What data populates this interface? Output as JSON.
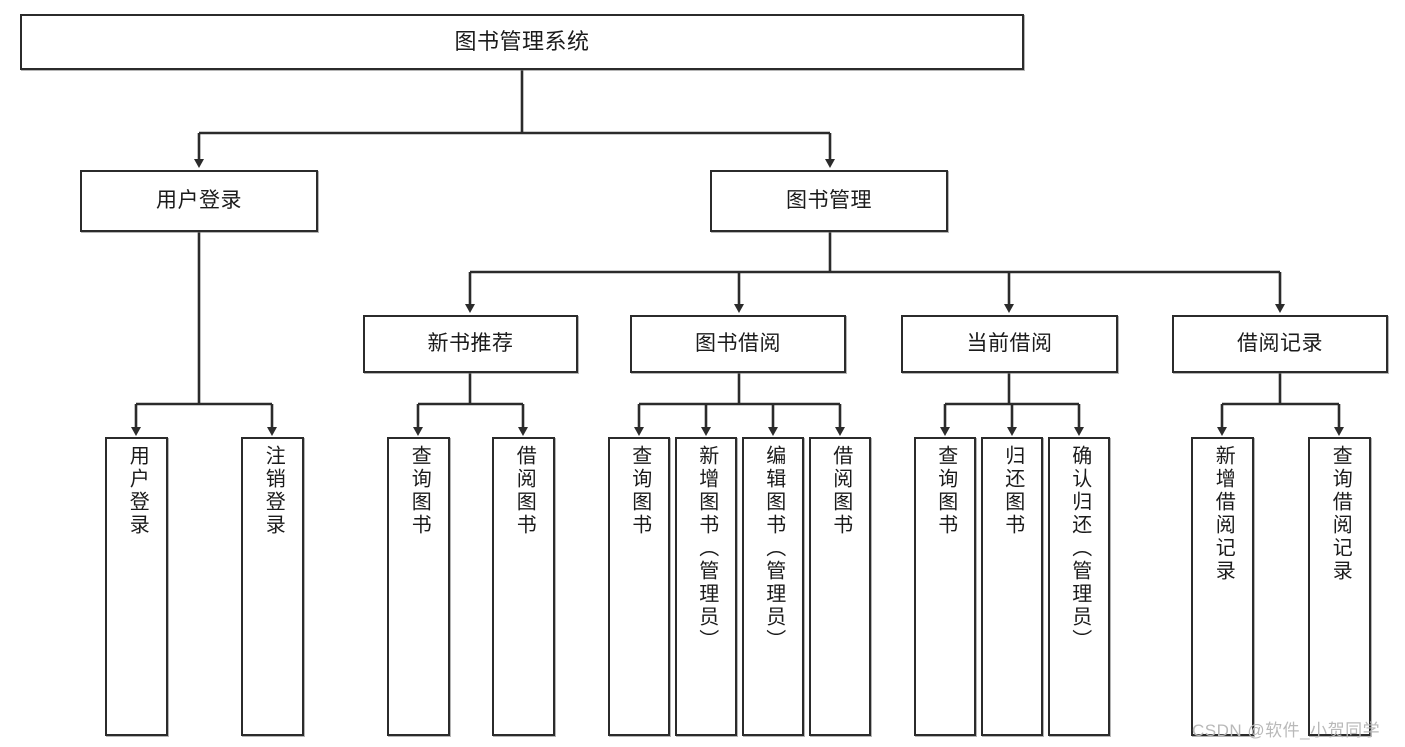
{
  "diagram": {
    "type": "tree-hierarchy",
    "title": "图书管理系统",
    "watermark": "CSDN @软件_小贺同学",
    "colors": {
      "box_border": "#2b2b2b",
      "box_fill": "#ffffff",
      "edge": "#2b2b2b",
      "text": "#1b1b1b",
      "watermark": "#b9b9b9"
    },
    "root": {
      "label": "图书管理系统"
    },
    "level2": [
      {
        "label": "用户登录"
      },
      {
        "label": "图书管理"
      }
    ],
    "level3": [
      {
        "label": "新书推荐"
      },
      {
        "label": "图书借阅"
      },
      {
        "label": "当前借阅"
      },
      {
        "label": "借阅记录"
      }
    ],
    "leaves": {
      "user_login": [
        {
          "label": "用户登录"
        },
        {
          "label": "注销登录"
        }
      ],
      "new_book": [
        {
          "label": "查询图书"
        },
        {
          "label": "借阅图书"
        }
      ],
      "book_borrow": [
        {
          "label": "查询图书"
        },
        {
          "label": "新增图书（管理员）"
        },
        {
          "label": "编辑图书（管理员）"
        },
        {
          "label": "借阅图书"
        }
      ],
      "current_borrow": [
        {
          "label": "查询图书"
        },
        {
          "label": "归还图书"
        },
        {
          "label": "确认归还（管理员）"
        }
      ],
      "borrow_record": [
        {
          "label": "新增借阅记录"
        },
        {
          "label": "查询借阅记录"
        }
      ]
    }
  }
}
